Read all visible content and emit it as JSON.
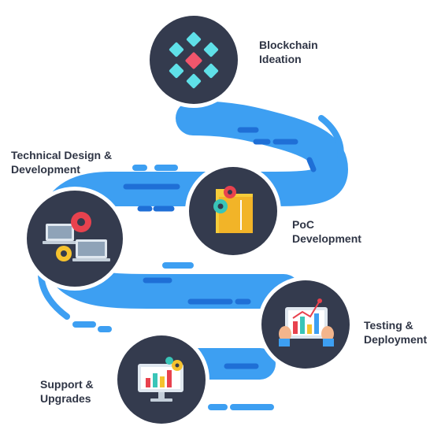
{
  "steps": [
    {
      "label_lines": [
        "Blockchain",
        "Ideation"
      ],
      "icon": "blockchain-cubes-icon"
    },
    {
      "label_lines": [
        "PoC",
        "Development"
      ],
      "icon": "folder-gears-icon"
    },
    {
      "label_lines": [
        "Technical Design &",
        "Development"
      ],
      "icon": "laptops-gears-icon"
    },
    {
      "label_lines": [
        "Testing &",
        "Deployment"
      ],
      "icon": "tablet-chart-icon"
    },
    {
      "label_lines": [
        "Support &",
        "Upgrades"
      ],
      "icon": "monitor-chart-icon"
    }
  ],
  "colors": {
    "road": "#3d9ff2",
    "road_dash": "#1f6fd6",
    "circle": "#343b4e",
    "circle_ring": "#ffffff",
    "label": "#2f3545",
    "cube": "#5fe0e8",
    "cube_center": "#f2566c",
    "gear_red": "#e8424e",
    "gear_yellow": "#f5c22e",
    "gear_teal": "#39c5b8",
    "folder": "#f6cd3a"
  }
}
